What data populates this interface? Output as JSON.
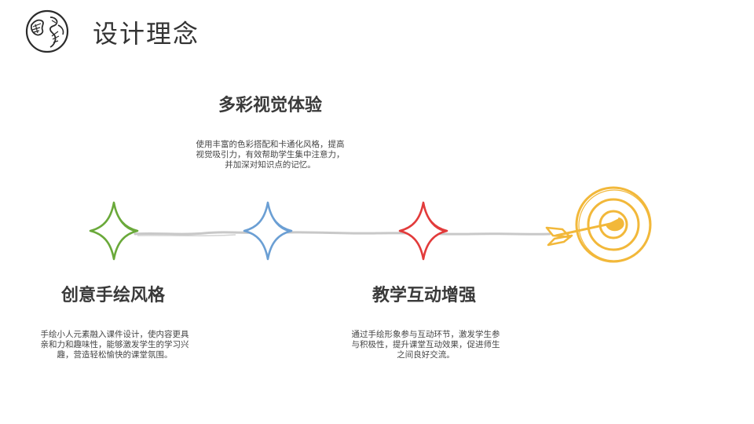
{
  "page": {
    "title": "设计理念"
  },
  "colors": {
    "line": "#c8c8c8",
    "star_green": "#6aa93a",
    "star_blue": "#6b9fd4",
    "star_red": "#e23b3b",
    "target": "#f2b83a",
    "text_dark": "#333333"
  },
  "icons": {
    "header": "globe-icon",
    "milestones": [
      "sparkle-star-icon",
      "sparkle-star-icon",
      "sparkle-star-icon"
    ],
    "goal": "target-arrow-icon"
  },
  "items": [
    {
      "heading": "多彩视觉体验",
      "text": "使用丰富的色彩搭配和卡通化风格，提高视觉吸引力，有效帮助学生集中注意力，并加深对知识点的记忆。"
    },
    {
      "heading": "创意手绘风格",
      "text": "手绘小人元素融入课件设计，使内容更具亲和力和趣味性，能够激发学生的学习兴趣，营造轻松愉快的课堂氛围。"
    },
    {
      "heading": "教学互动增强",
      "text": "通过手绘形象参与互动环节，激发学生参与积极性，提升课堂互动效果，促进师生之间良好交流。"
    }
  ]
}
